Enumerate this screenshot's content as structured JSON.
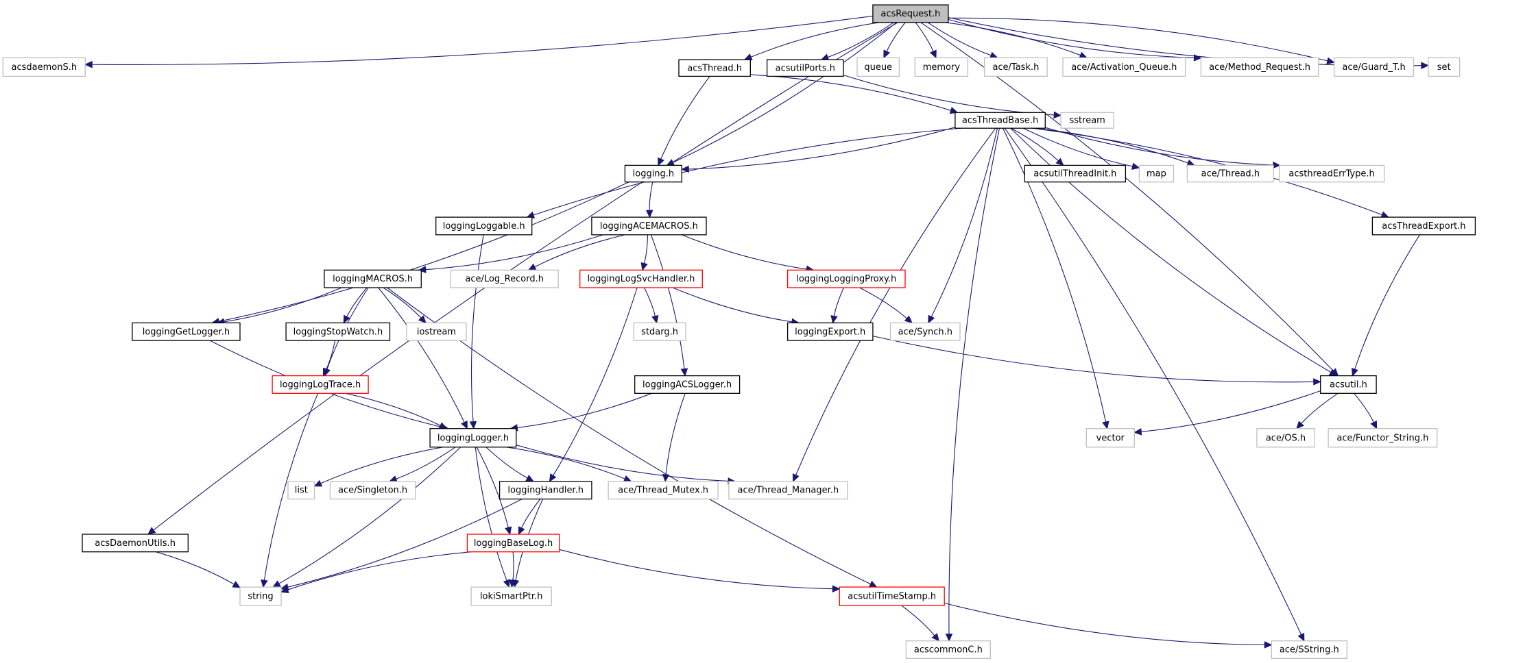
{
  "title": "acsRequest.h include dependency graph",
  "colors": {
    "edge": "#191970",
    "root_fill": "#bfbfbf",
    "documented_border": "#000000",
    "external_border": "#bfbfbf",
    "incomplete_border": "#ff0000"
  },
  "nodes": [
    {
      "id": "acsRequest",
      "label": "acsRequest.h",
      "kind": "root"
    },
    {
      "id": "acsdaemonS",
      "label": "acsdaemonS.h",
      "kind": "external"
    },
    {
      "id": "acsThread",
      "label": "acsThread.h",
      "kind": "documented"
    },
    {
      "id": "acsutilPorts",
      "label": "acsutilPorts.h",
      "kind": "documented"
    },
    {
      "id": "queue",
      "label": "queue",
      "kind": "external"
    },
    {
      "id": "memory",
      "label": "memory",
      "kind": "external"
    },
    {
      "id": "aceTask",
      "label": "ace/Task.h",
      "kind": "external"
    },
    {
      "id": "aceActivationQueue",
      "label": "ace/Activation_Queue.h",
      "kind": "external"
    },
    {
      "id": "aceMethodRequest",
      "label": "ace/Method_Request.h",
      "kind": "external"
    },
    {
      "id": "aceGuardT",
      "label": "ace/Guard_T.h",
      "kind": "external"
    },
    {
      "id": "set",
      "label": "set",
      "kind": "external"
    },
    {
      "id": "acsThreadBase",
      "label": "acsThreadBase.h",
      "kind": "documented"
    },
    {
      "id": "sstream",
      "label": "sstream",
      "kind": "external"
    },
    {
      "id": "logging",
      "label": "logging.h",
      "kind": "documented"
    },
    {
      "id": "acsutilThreadInit",
      "label": "acsutilThreadInit.h",
      "kind": "documented"
    },
    {
      "id": "map",
      "label": "map",
      "kind": "external"
    },
    {
      "id": "aceThread",
      "label": "ace/Thread.h",
      "kind": "external"
    },
    {
      "id": "acsthreadErrType",
      "label": "acsthreadErrType.h",
      "kind": "external"
    },
    {
      "id": "loggingLoggable",
      "label": "loggingLoggable.h",
      "kind": "documented"
    },
    {
      "id": "loggingACEMACROS",
      "label": "loggingACEMACROS.h",
      "kind": "documented"
    },
    {
      "id": "acsThreadExport",
      "label": "acsThreadExport.h",
      "kind": "documented"
    },
    {
      "id": "loggingMACROS",
      "label": "loggingMACROS.h",
      "kind": "documented"
    },
    {
      "id": "aceLogRecord",
      "label": "ace/Log_Record.h",
      "kind": "external"
    },
    {
      "id": "loggingLogSvcHandler",
      "label": "loggingLogSvcHandler.h",
      "kind": "incomplete"
    },
    {
      "id": "loggingLoggingProxy",
      "label": "loggingLoggingProxy.h",
      "kind": "incomplete"
    },
    {
      "id": "loggingGetLogger",
      "label": "loggingGetLogger.h",
      "kind": "documented"
    },
    {
      "id": "loggingStopWatch",
      "label": "loggingStopWatch.h",
      "kind": "documented"
    },
    {
      "id": "iostream",
      "label": "iostream",
      "kind": "external"
    },
    {
      "id": "stdarg",
      "label": "stdarg.h",
      "kind": "external"
    },
    {
      "id": "loggingExport",
      "label": "loggingExport.h",
      "kind": "documented"
    },
    {
      "id": "aceSynch",
      "label": "ace/Synch.h",
      "kind": "external"
    },
    {
      "id": "loggingLogTrace",
      "label": "loggingLogTrace.h",
      "kind": "incomplete"
    },
    {
      "id": "loggingACSLogger",
      "label": "loggingACSLogger.h",
      "kind": "documented"
    },
    {
      "id": "acsutil",
      "label": "acsutil.h",
      "kind": "documented"
    },
    {
      "id": "loggingLogger",
      "label": "loggingLogger.h",
      "kind": "documented"
    },
    {
      "id": "vector",
      "label": "vector",
      "kind": "external"
    },
    {
      "id": "aceOS",
      "label": "ace/OS.h",
      "kind": "external"
    },
    {
      "id": "aceFunctorString",
      "label": "ace/Functor_String.h",
      "kind": "external"
    },
    {
      "id": "list",
      "label": "list",
      "kind": "external"
    },
    {
      "id": "aceSingleton",
      "label": "ace/Singleton.h",
      "kind": "external"
    },
    {
      "id": "loggingHandler",
      "label": "loggingHandler.h",
      "kind": "documented"
    },
    {
      "id": "aceThreadMutex",
      "label": "ace/Thread_Mutex.h",
      "kind": "external"
    },
    {
      "id": "aceThreadManager",
      "label": "ace/Thread_Manager.h",
      "kind": "external"
    },
    {
      "id": "acsDaemonUtils",
      "label": "acsDaemonUtils.h",
      "kind": "documented"
    },
    {
      "id": "loggingBaseLog",
      "label": "loggingBaseLog.h",
      "kind": "incomplete"
    },
    {
      "id": "string",
      "label": "string",
      "kind": "external"
    },
    {
      "id": "lokiSmartPtr",
      "label": "lokiSmartPtr.h",
      "kind": "external"
    },
    {
      "id": "acsutilTimeStamp",
      "label": "acsutilTimeStamp.h",
      "kind": "incomplete"
    },
    {
      "id": "acscommonC",
      "label": "acscommonC.h",
      "kind": "external"
    },
    {
      "id": "aceSString",
      "label": "ace/SString.h",
      "kind": "external"
    }
  ],
  "edges": [
    [
      "acsRequest",
      "acsdaemonS"
    ],
    [
      "acsRequest",
      "acsDaemonUtils"
    ],
    [
      "acsRequest",
      "logging"
    ],
    [
      "acsRequest",
      "acsThread"
    ],
    [
      "acsRequest",
      "acsutilPorts"
    ],
    [
      "acsRequest",
      "queue"
    ],
    [
      "acsRequest",
      "memory"
    ],
    [
      "acsRequest",
      "aceTask"
    ],
    [
      "acsRequest",
      "aceActivationQueue"
    ],
    [
      "acsRequest",
      "aceMethodRequest"
    ],
    [
      "acsRequest",
      "aceGuardT"
    ],
    [
      "acsRequest",
      "set"
    ],
    [
      "acsRequest",
      "acsutil"
    ],
    [
      "acsThread",
      "logging"
    ],
    [
      "acsThread",
      "acsThreadBase"
    ],
    [
      "acsutilPorts",
      "sstream"
    ],
    [
      "acsThreadBase",
      "logging"
    ],
    [
      "acsThreadBase",
      "loggingLoggable"
    ],
    [
      "acsThreadBase",
      "acsutilThreadInit"
    ],
    [
      "acsThreadBase",
      "map"
    ],
    [
      "acsThreadBase",
      "aceThread"
    ],
    [
      "acsThreadBase",
      "acsthreadErrType"
    ],
    [
      "acsThreadBase",
      "acsThreadExport"
    ],
    [
      "acsThreadBase",
      "acsutil"
    ],
    [
      "acsThreadBase",
      "aceSynch"
    ],
    [
      "acsThreadBase",
      "aceThreadManager"
    ],
    [
      "acsThreadBase",
      "vector"
    ],
    [
      "acsThreadBase",
      "acscommonC"
    ],
    [
      "acsThreadBase",
      "aceSString"
    ],
    [
      "logging",
      "loggingACEMACROS"
    ],
    [
      "logging",
      "loggingGetLogger"
    ],
    [
      "loggingLoggable",
      "loggingLogger"
    ],
    [
      "loggingACEMACROS",
      "loggingMACROS"
    ],
    [
      "loggingACEMACROS",
      "aceLogRecord"
    ],
    [
      "loggingACEMACROS",
      "loggingLogSvcHandler"
    ],
    [
      "loggingACEMACROS",
      "loggingLoggingProxy"
    ],
    [
      "loggingACEMACROS",
      "loggingACSLogger"
    ],
    [
      "acsThreadExport",
      "acsutil"
    ],
    [
      "loggingMACROS",
      "loggingGetLogger"
    ],
    [
      "loggingMACROS",
      "loggingStopWatch"
    ],
    [
      "loggingMACROS",
      "iostream"
    ],
    [
      "loggingMACROS",
      "loggingLogTrace"
    ],
    [
      "loggingMACROS",
      "loggingLogger"
    ],
    [
      "loggingMACROS",
      "acsutilTimeStamp"
    ],
    [
      "loggingLogSvcHandler",
      "stdarg"
    ],
    [
      "loggingLogSvcHandler",
      "loggingExport"
    ],
    [
      "loggingLogSvcHandler",
      "loggingHandler"
    ],
    [
      "loggingLoggingProxy",
      "loggingExport"
    ],
    [
      "loggingLoggingProxy",
      "aceSynch"
    ],
    [
      "loggingGetLogger",
      "loggingLogger"
    ],
    [
      "loggingStopWatch",
      "loggingLogTrace"
    ],
    [
      "loggingExport",
      "acsutil"
    ],
    [
      "loggingLogTrace",
      "loggingLogger"
    ],
    [
      "loggingLogTrace",
      "string"
    ],
    [
      "loggingACSLogger",
      "loggingLogger"
    ],
    [
      "loggingACSLogger",
      "aceThreadMutex"
    ],
    [
      "acsutil",
      "vector"
    ],
    [
      "acsutil",
      "aceOS"
    ],
    [
      "acsutil",
      "aceFunctorString"
    ],
    [
      "loggingLogger",
      "list"
    ],
    [
      "loggingLogger",
      "aceSingleton"
    ],
    [
      "loggingLogger",
      "loggingHandler"
    ],
    [
      "loggingLogger",
      "aceThreadMutex"
    ],
    [
      "loggingLogger",
      "aceThreadManager"
    ],
    [
      "loggingLogger",
      "loggingBaseLog"
    ],
    [
      "loggingLogger",
      "lokiSmartPtr"
    ],
    [
      "loggingLogger",
      "string"
    ],
    [
      "loggingHandler",
      "loggingBaseLog"
    ],
    [
      "loggingHandler",
      "string"
    ],
    [
      "loggingHandler",
      "lokiSmartPtr"
    ],
    [
      "acsDaemonUtils",
      "string"
    ],
    [
      "loggingBaseLog",
      "string"
    ],
    [
      "loggingBaseLog",
      "lokiSmartPtr"
    ],
    [
      "loggingBaseLog",
      "acsutilTimeStamp"
    ],
    [
      "acsutilTimeStamp",
      "acscommonC"
    ],
    [
      "acsutilTimeStamp",
      "aceSString"
    ]
  ]
}
